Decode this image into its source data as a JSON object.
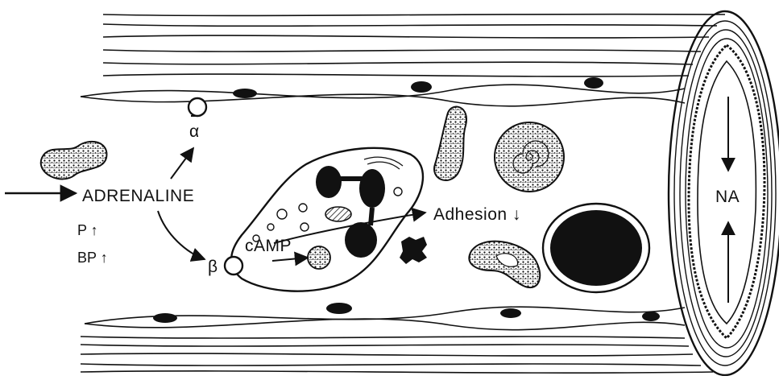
{
  "labels": {
    "adrenaline": "ADRENALINE",
    "pulse": "P ↑",
    "blood_pressure": "BP ↑",
    "camp": "cAMP",
    "adhesion": "Adhesion ↓",
    "noradrenaline": "NA",
    "alpha_receptor": "α",
    "beta_receptor": "β"
  },
  "colors": {
    "ink": "#111111",
    "background": "#ffffff"
  }
}
